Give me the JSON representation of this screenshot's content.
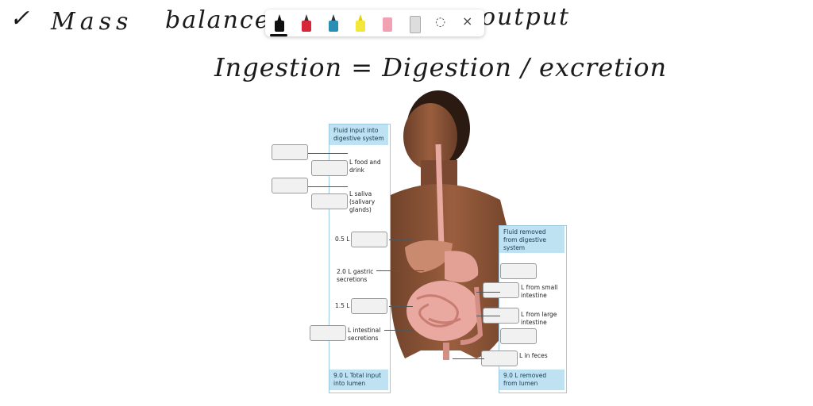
{
  "handwriting": {
    "check": "✓",
    "mass": "Mass",
    "balance": "balance",
    "output": "output",
    "equation": "Ingestion = Digestion / excretion"
  },
  "toolbar": {
    "tools": [
      {
        "name": "black-marker",
        "color": "#111111"
      },
      {
        "name": "red-marker",
        "color": "#d72638"
      },
      {
        "name": "blue-marker",
        "color": "#2a8fb5"
      },
      {
        "name": "yellow-highlighter",
        "color": "#f3e83a"
      },
      {
        "name": "pink-eraser",
        "color": "#f2a1b3"
      },
      {
        "name": "ruler",
        "color": "#cfcfcf"
      }
    ],
    "lasso_icon": "lasso-icon",
    "close_icon": "close-icon",
    "close": "×"
  },
  "diagram": {
    "input_header": "Fluid input into digestive system",
    "removed_header": "Fluid removed from digestive system",
    "food_drink": "L food and drink",
    "saliva": "L saliva (salivary glands)",
    "v05": "0.5 L",
    "gastric": "2.0 L gastric secretions",
    "v15": "1.5 L",
    "intestinal": "L intestinal secretions",
    "total_input": "9.0 L Total input into lumen",
    "small_int": "L from small intestine",
    "large_int": "L from large intestine",
    "feces": "L in feces",
    "removed_total": "9.0 L removed from lumen"
  }
}
